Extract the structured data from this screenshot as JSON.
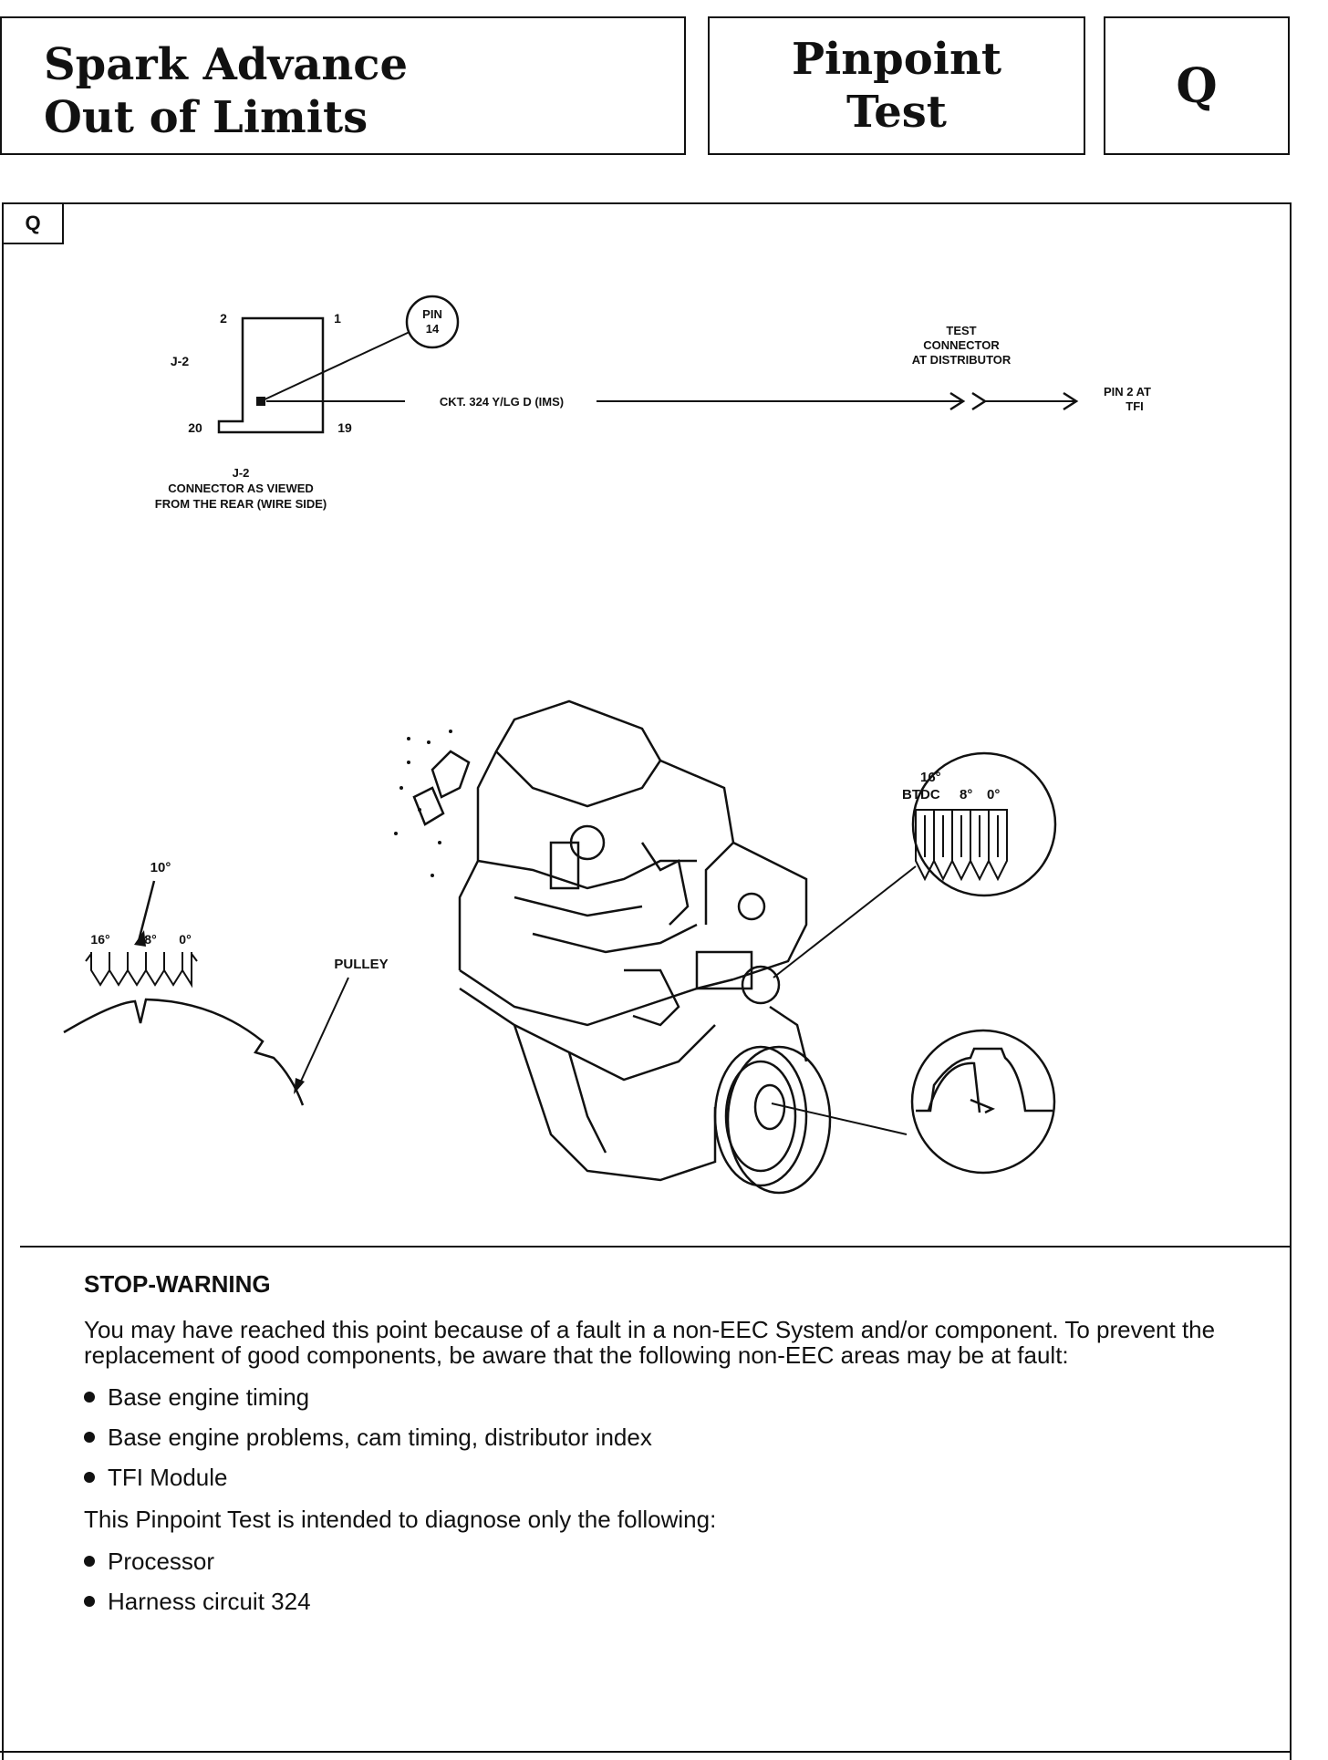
{
  "header": {
    "title_line1": "Spark Advance",
    "title_line2": "Out of Limits",
    "test_line1": "Pinpoint",
    "test_line2": "Test",
    "code": "Q"
  },
  "step": {
    "tag": "Q"
  },
  "wiring": {
    "connector_name": "J-2",
    "pin_2": "2",
    "pin_1": "1",
    "pin_20": "20",
    "pin_19": "19",
    "pin_callout_line1": "PIN",
    "pin_callout_line2": "14",
    "connector_caption_line1": "J-2",
    "connector_caption_line2": "CONNECTOR AS VIEWED",
    "connector_caption_line3": "FROM THE REAR (WIRE SIDE)",
    "circuit_label": "CKT. 324 Y/LG D (IMS)",
    "test_connector_line1": "TEST",
    "test_connector_line2": "CONNECTOR",
    "test_connector_line3": "AT DISTRIBUTOR",
    "destination_line1": "PIN 2 AT",
    "destination_line2": "TFI"
  },
  "timing": {
    "pointer_value": "10°",
    "mark_16": "16°",
    "mark_8": "8°",
    "mark_0": "0°",
    "pulley_label": "PULLEY",
    "inset_top": "16°",
    "inset_btdc": "BTDC",
    "inset_8": "8°",
    "inset_0": "0°"
  },
  "warning": {
    "heading": "STOP-WARNING",
    "intro": "You may have reached this point because of a fault in a non-EEC System and/or component. To prevent the replacement of good components, be aware that the following non-EEC areas may be at fault:",
    "areas": [
      "Base engine timing",
      "Base engine problems, cam timing, distributor index",
      "TFI Module"
    ],
    "scope": "This Pinpoint Test is intended to diagnose only the following:",
    "scope_items": [
      "Processor",
      "Harness circuit 324"
    ]
  }
}
